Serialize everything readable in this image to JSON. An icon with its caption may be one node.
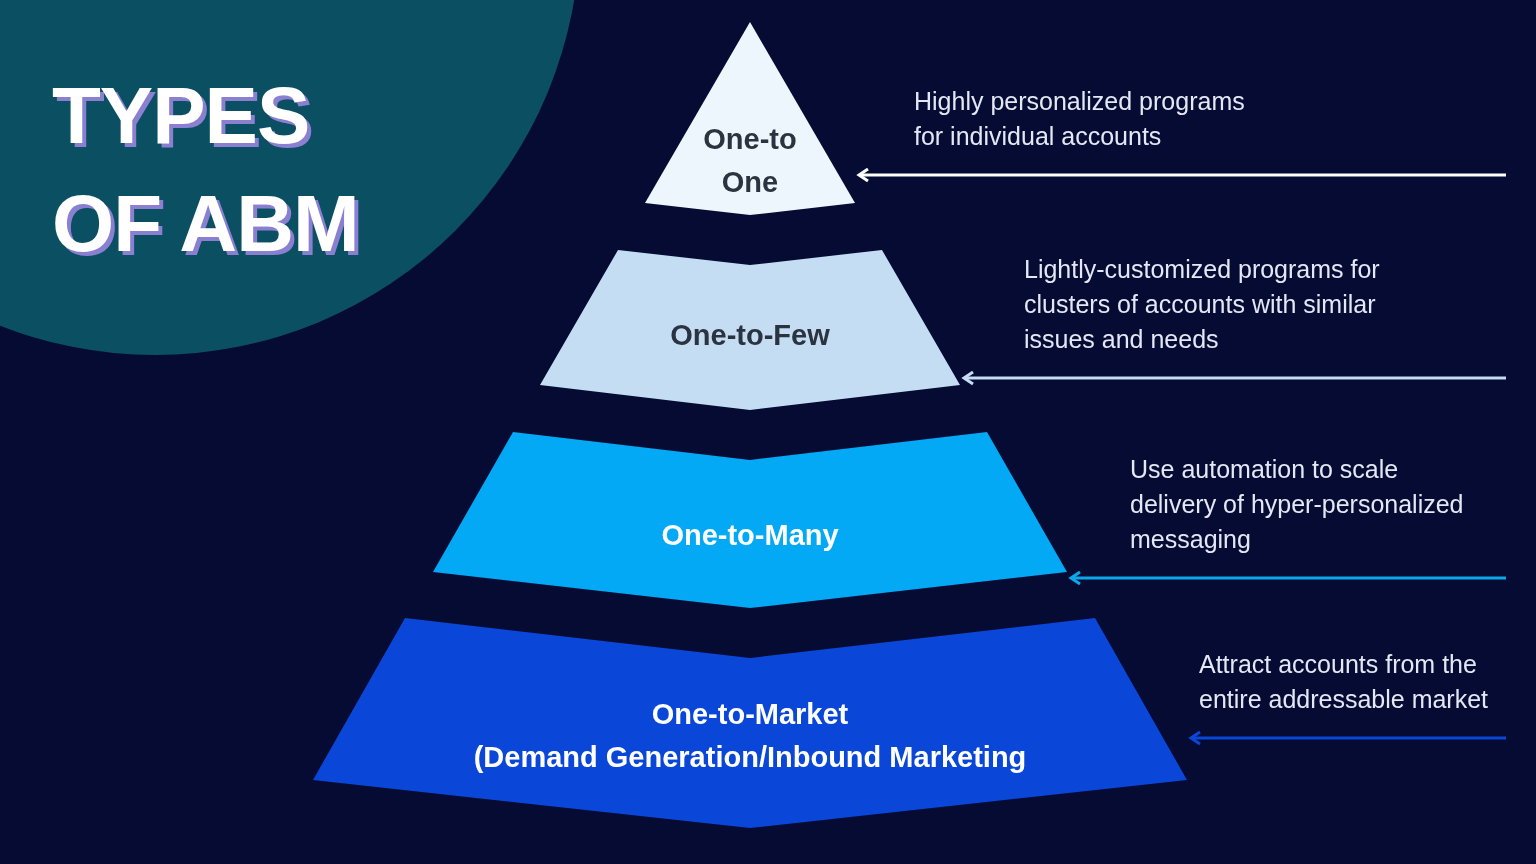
{
  "diagram": {
    "title": "TYPES OF ABM",
    "nodes": [
      {
        "text": [
          "One-to One"
        ],
        "beside": [
          "Highly personalized programs for individual accounts"
        ]
      },
      {
        "text": [
          "One-to-Few"
        ],
        "beside": [
          "Lightly-customized programs for clusters of accounts with similar issues and needs"
        ]
      },
      {
        "text": [
          "One-to-Many"
        ],
        "beside": [
          "Use automation to scale delivery of hyper-personalized messaging"
        ]
      },
      {
        "text": [
          "One-to-Market",
          "(Demand Generation/Inbound Marketing"
        ],
        "beside": [
          "Attract accounts from the entire addressable market"
        ]
      }
    ],
    "edges": [
      {
        "from": null,
        "to": 0,
        "arrow": "to",
        "color": "#ffffff"
      },
      {
        "from": null,
        "to": 1,
        "arrow": "to",
        "color": "#c6dcf2"
      },
      {
        "from": null,
        "to": 2,
        "arrow": "to",
        "color": "#0aa7eb"
      },
      {
        "from": null,
        "to": 3,
        "arrow": "to",
        "color": "#0a47d8"
      }
    ]
  }
}
